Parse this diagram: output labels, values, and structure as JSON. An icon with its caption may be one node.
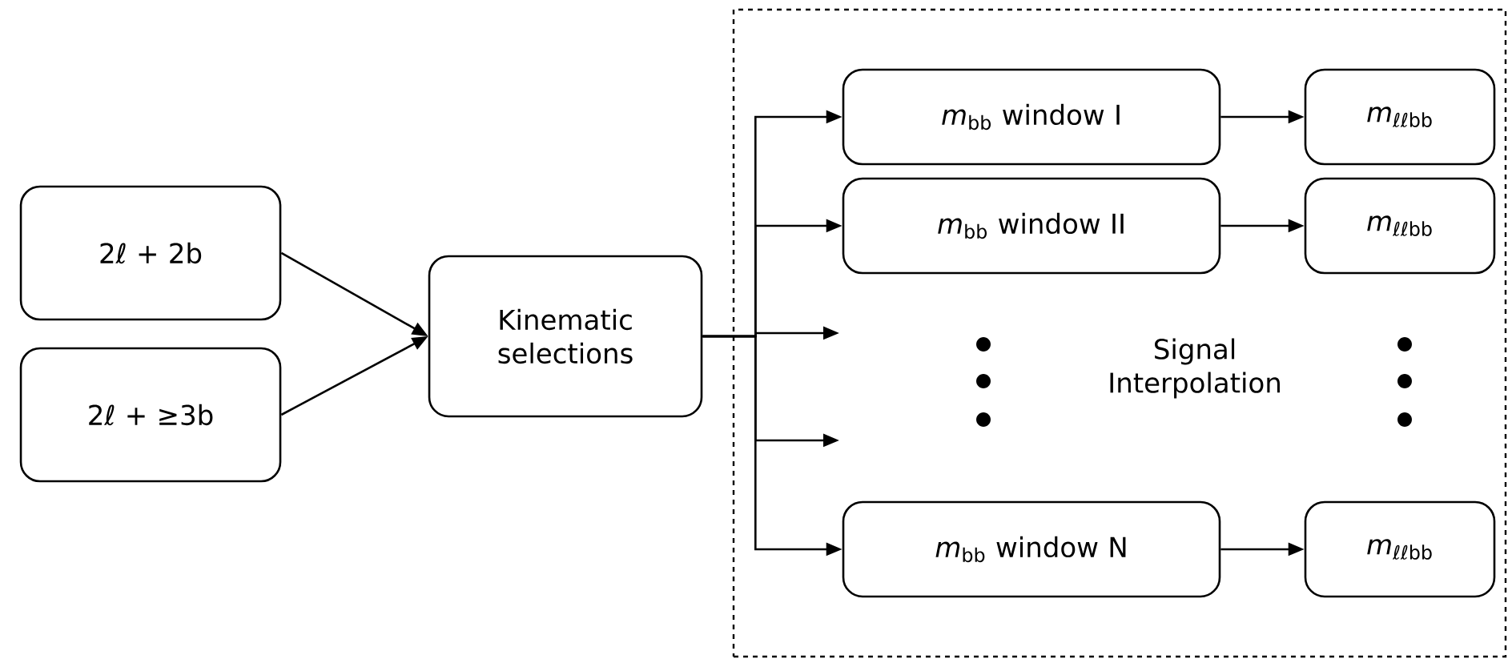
{
  "diagram": {
    "nodes": [
      {
        "text": [
          "2ℓ + 2b"
        ]
      },
      {
        "text": [
          "2ℓ + ≥3b"
        ]
      },
      {
        "text": [
          "Kinematic selections"
        ]
      },
      {
        "text": [
          "Signal Interpolation"
        ]
      },
      {
        "text": [
          "*m*$_{bb}$ window I"
        ],
        "in": 3
      },
      {
        "text": [
          "*m*$_{ℓℓbb}$"
        ],
        "in": 3
      },
      {
        "text": [
          "*m*$_{bb}$ window II"
        ],
        "in": 3
      },
      {
        "text": [
          "*m*$_{ℓℓbb}$"
        ],
        "in": 3
      },
      {
        "text": [
          "*m*$_{bb}$ window N"
        ],
        "in": 3
      },
      {
        "text": [
          "*m*$_{ℓℓbb}$"
        ],
        "in": 3
      }
    ],
    "edges": [
      {
        "from": 0,
        "to": 2,
        "arrow": "to"
      },
      {
        "from": 1,
        "to": 2,
        "arrow": "to"
      },
      {
        "from": 2,
        "to": 4,
        "arrow": "to"
      },
      {
        "from": 2,
        "to": 6,
        "arrow": "to"
      },
      {
        "from": 2,
        "to": null,
        "arrow": "to"
      },
      {
        "from": 2,
        "to": null,
        "arrow": "to"
      },
      {
        "from": 2,
        "to": 8,
        "arrow": "to"
      },
      {
        "from": 4,
        "to": 5,
        "arrow": "to"
      },
      {
        "from": 6,
        "to": 7,
        "arrow": "to"
      },
      {
        "from": 8,
        "to": 9,
        "arrow": "to"
      }
    ]
  }
}
